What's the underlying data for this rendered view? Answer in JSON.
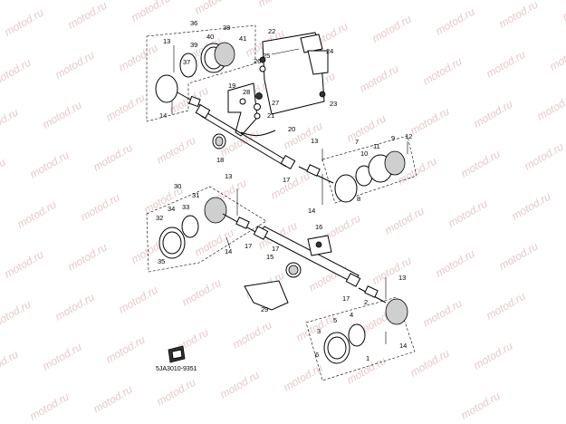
{
  "watermark_text": "motod.ru",
  "figure_code": "5JA3010-9351",
  "callouts": [
    "1",
    "2",
    "3",
    "4",
    "5",
    "6",
    "7",
    "8",
    "9",
    "10",
    "11",
    "12",
    "13",
    "14",
    "15",
    "16",
    "17",
    "18",
    "19",
    "20",
    "21",
    "22",
    "23",
    "24",
    "25",
    "26",
    "27",
    "28",
    "29",
    "30",
    "31",
    "32",
    "33",
    "34",
    "35",
    "36",
    "37",
    "38",
    "39",
    "40",
    "41",
    "13",
    "14",
    "17",
    "13",
    "14",
    "17",
    "13",
    "14",
    "17"
  ]
}
